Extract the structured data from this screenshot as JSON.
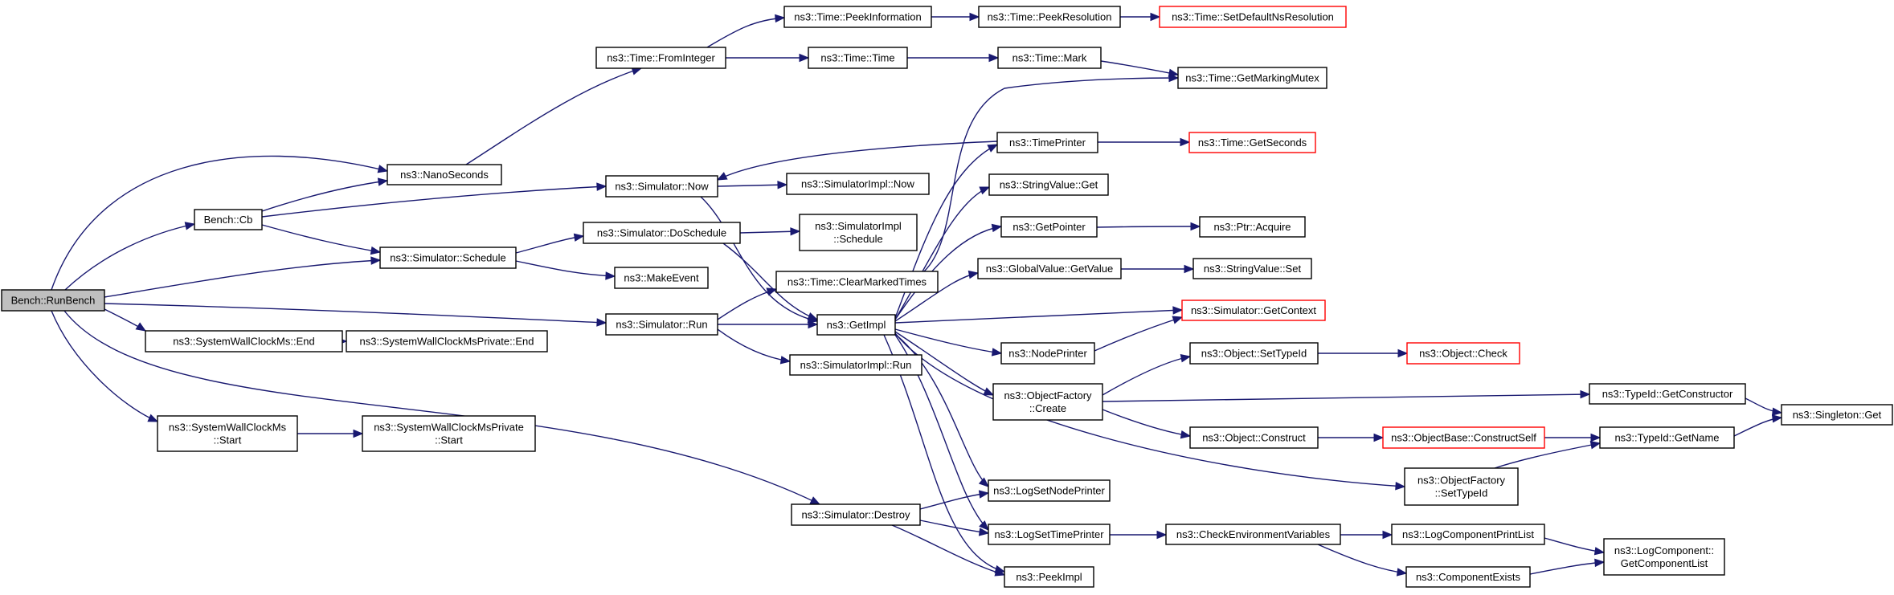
{
  "graph": {
    "nodes": [
      {
        "id": "runbench",
        "lines": [
          "Bench::RunBench"
        ],
        "kind": "root"
      },
      {
        "id": "cb",
        "lines": [
          "Bench::Cb"
        ],
        "kind": "normal"
      },
      {
        "id": "nanoseconds",
        "lines": [
          "ns3::NanoSeconds"
        ],
        "kind": "normal"
      },
      {
        "id": "schedule",
        "lines": [
          "ns3::Simulator::Schedule"
        ],
        "kind": "normal"
      },
      {
        "id": "swc_end",
        "lines": [
          "ns3::SystemWallClockMs::End"
        ],
        "kind": "normal"
      },
      {
        "id": "swcp_end",
        "lines": [
          "ns3::SystemWallClockMsPrivate::End"
        ],
        "kind": "normal"
      },
      {
        "id": "swc_start",
        "lines": [
          "ns3::SystemWallClockMs",
          "::Start"
        ],
        "kind": "normal"
      },
      {
        "id": "swcp_start",
        "lines": [
          "ns3::SystemWallClockMsPrivate",
          "::Start"
        ],
        "kind": "normal"
      },
      {
        "id": "fromint",
        "lines": [
          "ns3::Time::FromInteger"
        ],
        "kind": "normal"
      },
      {
        "id": "sim_now",
        "lines": [
          "ns3::Simulator::Now"
        ],
        "kind": "normal"
      },
      {
        "id": "doschedule",
        "lines": [
          "ns3::Simulator::DoSchedule"
        ],
        "kind": "normal"
      },
      {
        "id": "makeevent",
        "lines": [
          "ns3::MakeEvent"
        ],
        "kind": "normal"
      },
      {
        "id": "sim_run",
        "lines": [
          "ns3::Simulator::Run"
        ],
        "kind": "normal"
      },
      {
        "id": "sim_destroy",
        "lines": [
          "ns3::Simulator::Destroy"
        ],
        "kind": "normal"
      },
      {
        "id": "peekinfo",
        "lines": [
          "ns3::Time::PeekInformation"
        ],
        "kind": "normal"
      },
      {
        "id": "time_time",
        "lines": [
          "ns3::Time::Time"
        ],
        "kind": "normal"
      },
      {
        "id": "simimpl_now",
        "lines": [
          "ns3::SimulatorImpl::Now"
        ],
        "kind": "normal"
      },
      {
        "id": "simimpl_sched",
        "lines": [
          "ns3::SimulatorImpl",
          "::Schedule"
        ],
        "kind": "normal"
      },
      {
        "id": "clearmarked",
        "lines": [
          "ns3::Time::ClearMarkedTimes"
        ],
        "kind": "normal"
      },
      {
        "id": "getimpl",
        "lines": [
          "ns3::GetImpl"
        ],
        "kind": "normal"
      },
      {
        "id": "simimpl_run",
        "lines": [
          "ns3::SimulatorImpl::Run"
        ],
        "kind": "normal"
      },
      {
        "id": "peekres",
        "lines": [
          "ns3::Time::PeekResolution"
        ],
        "kind": "normal"
      },
      {
        "id": "mark",
        "lines": [
          "ns3::Time::Mark"
        ],
        "kind": "normal"
      },
      {
        "id": "timeprinter",
        "lines": [
          "ns3::TimePrinter"
        ],
        "kind": "normal"
      },
      {
        "id": "sv_get",
        "lines": [
          "ns3::StringValue::Get"
        ],
        "kind": "normal"
      },
      {
        "id": "getpointer",
        "lines": [
          "ns3::GetPointer"
        ],
        "kind": "normal"
      },
      {
        "id": "gv_getvalue",
        "lines": [
          "ns3::GlobalValue::GetValue"
        ],
        "kind": "normal"
      },
      {
        "id": "nodeprinter",
        "lines": [
          "ns3::NodePrinter"
        ],
        "kind": "normal"
      },
      {
        "id": "of_create",
        "lines": [
          "ns3::ObjectFactory",
          "::Create"
        ],
        "kind": "normal"
      },
      {
        "id": "lognodeprinter",
        "lines": [
          "ns3::LogSetNodePrinter"
        ],
        "kind": "normal"
      },
      {
        "id": "logtimeprinter",
        "lines": [
          "ns3::LogSetTimePrinter"
        ],
        "kind": "normal"
      },
      {
        "id": "peekimpl",
        "lines": [
          "ns3::PeekImpl"
        ],
        "kind": "normal"
      },
      {
        "id": "setdefaultres",
        "lines": [
          "ns3::Time::SetDefaultNsResolution"
        ],
        "kind": "trunc"
      },
      {
        "id": "getmarkingmutex",
        "lines": [
          "ns3::Time::GetMarkingMutex"
        ],
        "kind": "normal"
      },
      {
        "id": "getseconds",
        "lines": [
          "ns3::Time::GetSeconds"
        ],
        "kind": "trunc"
      },
      {
        "id": "ptr_acquire",
        "lines": [
          "ns3::Ptr::Acquire"
        ],
        "kind": "normal"
      },
      {
        "id": "sv_set",
        "lines": [
          "ns3::StringValue::Set"
        ],
        "kind": "normal"
      },
      {
        "id": "getcontext",
        "lines": [
          "ns3::Simulator::GetContext"
        ],
        "kind": "trunc"
      },
      {
        "id": "obj_settypeid",
        "lines": [
          "ns3::Object::SetTypeId"
        ],
        "kind": "normal"
      },
      {
        "id": "obj_check",
        "lines": [
          "ns3::Object::Check"
        ],
        "kind": "trunc"
      },
      {
        "id": "obj_construct",
        "lines": [
          "ns3::Object::Construct"
        ],
        "kind": "normal"
      },
      {
        "id": "constructself",
        "lines": [
          "ns3::ObjectBase::ConstructSelf"
        ],
        "kind": "trunc"
      },
      {
        "id": "checkenv",
        "lines": [
          "ns3::CheckEnvironmentVariables"
        ],
        "kind": "normal"
      },
      {
        "id": "of_settypeid",
        "lines": [
          "ns3::ObjectFactory",
          "::SetTypeId"
        ],
        "kind": "normal"
      },
      {
        "id": "typeid_getctor",
        "lines": [
          "ns3::TypeId::GetConstructor"
        ],
        "kind": "normal"
      },
      {
        "id": "typeid_getname",
        "lines": [
          "ns3::TypeId::GetName"
        ],
        "kind": "normal"
      },
      {
        "id": "singleton_get",
        "lines": [
          "ns3::Singleton::Get"
        ],
        "kind": "normal"
      },
      {
        "id": "logcompprint",
        "lines": [
          "ns3::LogComponentPrintList"
        ],
        "kind": "normal"
      },
      {
        "id": "compexists",
        "lines": [
          "ns3::ComponentExists"
        ],
        "kind": "normal"
      },
      {
        "id": "logcomp_getlist",
        "lines": [
          "ns3::LogComponent::",
          "GetComponentList"
        ],
        "kind": "normal"
      }
    ]
  }
}
